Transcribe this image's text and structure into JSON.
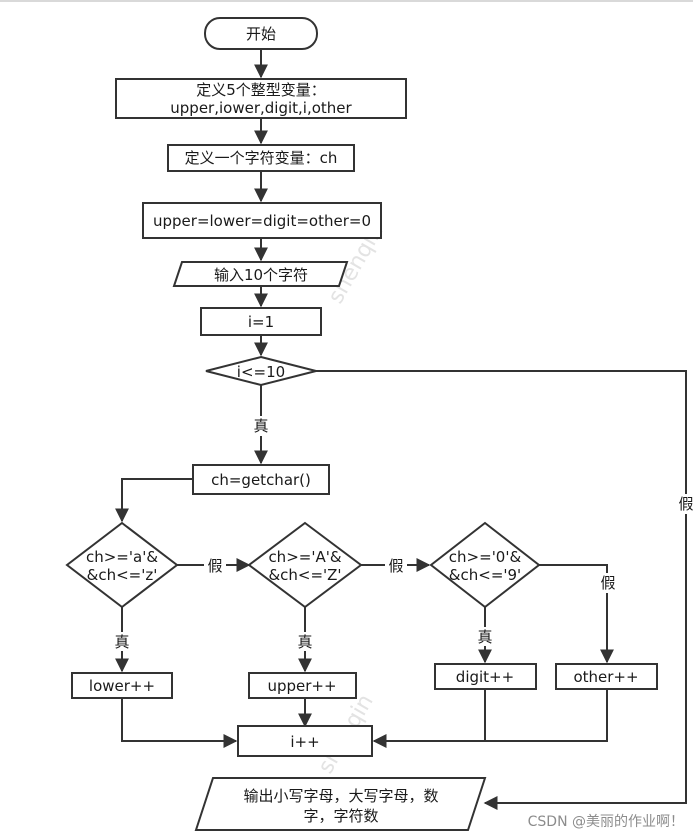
{
  "flowchart": {
    "start": "开始",
    "decl_ints_line1": "定义5个整型变量：",
    "decl_ints_line2": "upper,iower,digit,i,other",
    "decl_char": "定义一个字符变量：ch",
    "init_counts": "upper=lower=digit=other=0",
    "input": "输入10个字符",
    "init_i": "i=1",
    "loop_cond": "i<=10",
    "read_char": "ch=getchar()",
    "cond_lower_line1": "ch>='a'&",
    "cond_lower_line2": "&ch<='z'",
    "cond_upper_line1": "ch>='A'&",
    "cond_upper_line2": "&ch<='Z'",
    "cond_digit_line1": "ch>='0'&",
    "cond_digit_line2": "&ch<='9'",
    "inc_lower": "lower++",
    "inc_upper": "upper++",
    "inc_digit": "digit++",
    "inc_other": "other++",
    "inc_i": "i++",
    "output_line1": "输出小写字母，大写字母，数",
    "output_line2": "字，字符数"
  },
  "labels": {
    "true": "真",
    "false": "假"
  },
  "watermark": {
    "text": "shenqin",
    "credit": "CSDN @美丽的作业啊！"
  }
}
